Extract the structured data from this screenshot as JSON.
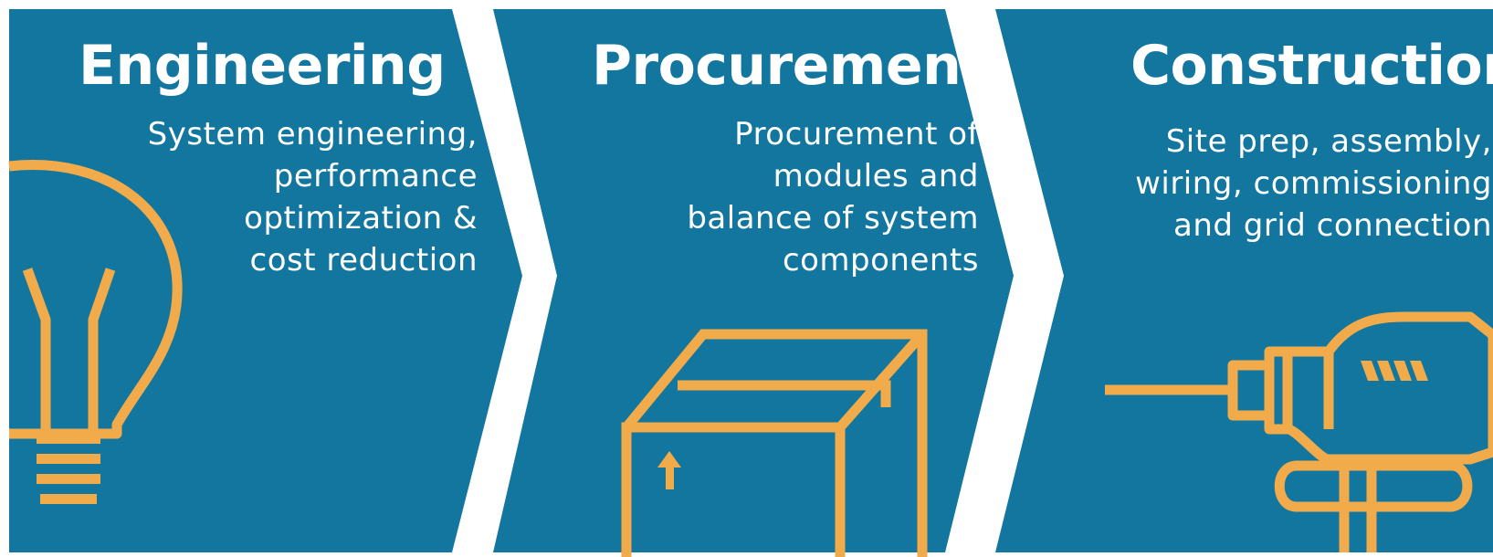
{
  "colors": {
    "panel": "#12769f",
    "accent": "#f2ab4b",
    "background": "#ffffff",
    "text": "#ffffff"
  },
  "stages": [
    {
      "title": "Engineering",
      "description_lines": [
        "System engineering,",
        "performance",
        "optimization &",
        "cost reduction"
      ],
      "icon": "lightbulb-icon"
    },
    {
      "title": "Procurement",
      "description_lines": [
        "Procurement of",
        "modules and",
        "balance of system",
        "components"
      ],
      "icon": "box-icon"
    },
    {
      "title": "Construction",
      "description_lines": [
        "Site prep, assembly,",
        "wiring, commissioning",
        "and grid connection"
      ],
      "icon": "drill-icon"
    }
  ]
}
